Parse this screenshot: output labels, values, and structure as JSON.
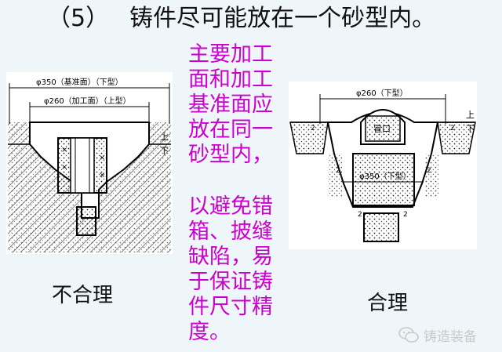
{
  "title": {
    "number": "（5）",
    "text": "铸件尽可能放在一个砂型内。"
  },
  "figure_left": {
    "dim_outer": "φ350（基准面）（下型）",
    "dim_inner": "φ260（加工面）（上型）",
    "side_upper": "上",
    "side_lower": "下",
    "caption": "不合理"
  },
  "figure_right": {
    "dim_top": "φ260（下型）",
    "dim_mid": "φ350（下型）",
    "riser": "冒口",
    "side_upper": "上",
    "side_lower": "下",
    "caption": "合理"
  },
  "note_main": [
    "主要加工",
    "面和加工",
    "基准面应",
    "放在同一",
    "砂型内，"
  ],
  "note_reason": [
    "以避免错",
    "箱、披缝",
    "缺陷，易",
    "于保证铸",
    "件尺寸精",
    "度。"
  ],
  "watermark": {
    "text": "铸造装备",
    "icon": "wechat-icon"
  }
}
